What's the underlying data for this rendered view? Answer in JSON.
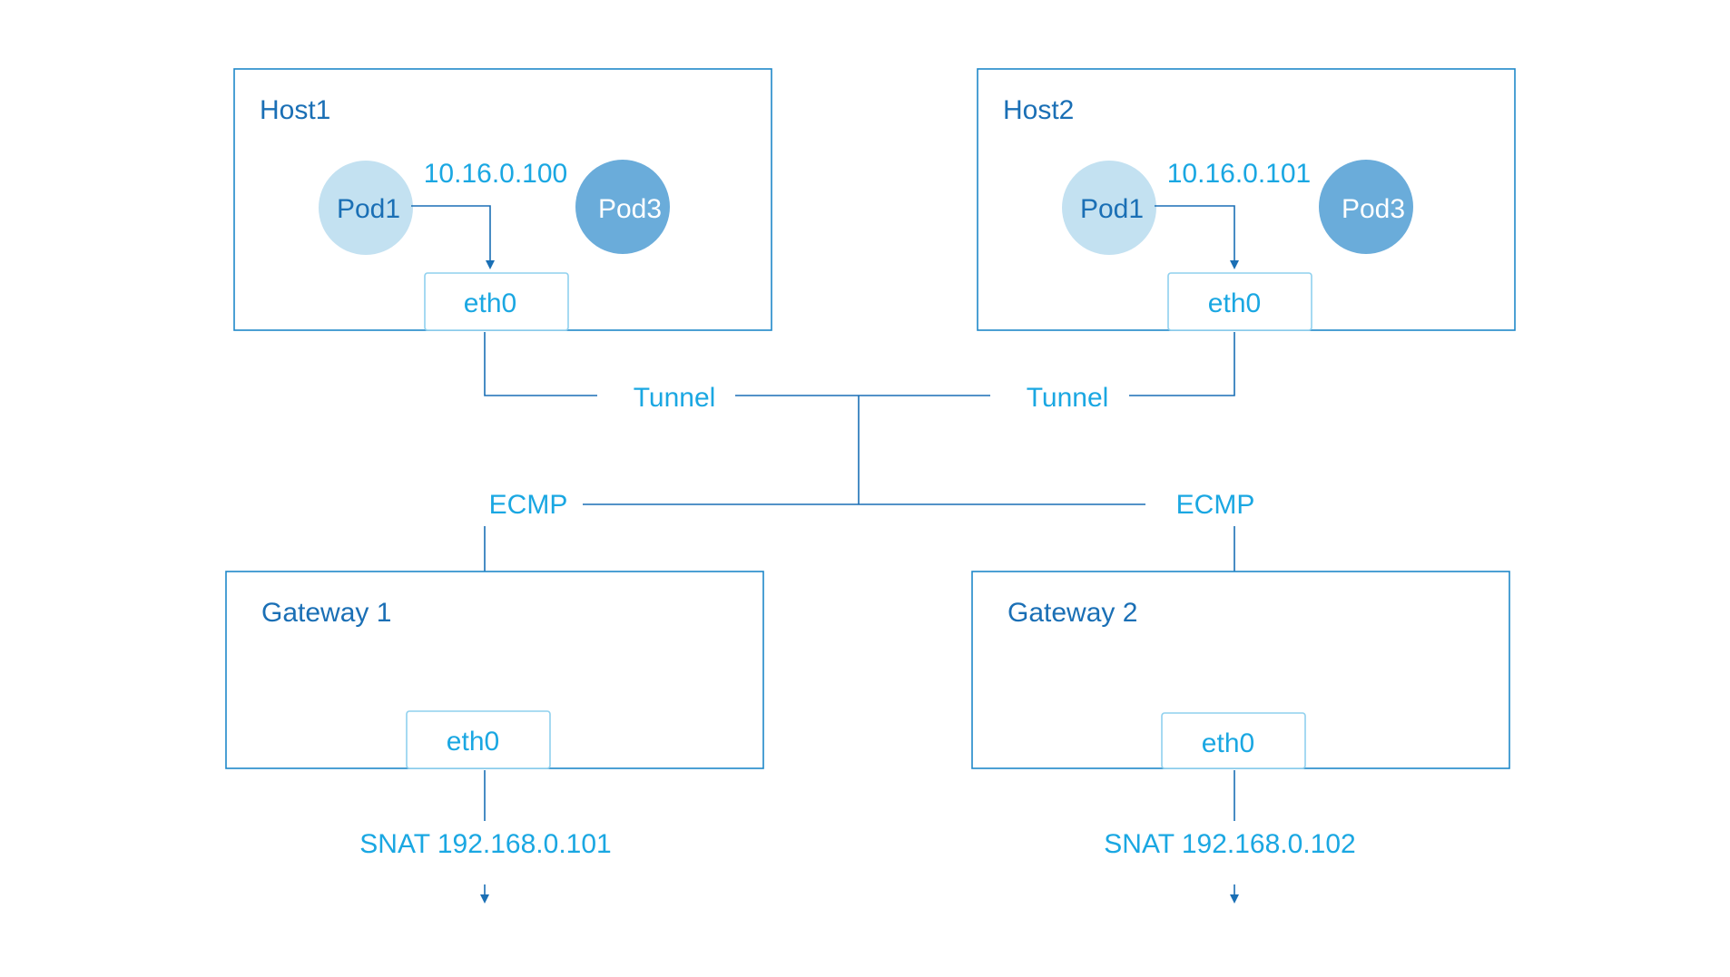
{
  "hosts": [
    {
      "title": "Host1",
      "ip": "10.16.0.100",
      "pod_a": "Pod1",
      "pod_b": "Pod3",
      "iface": "eth0"
    },
    {
      "title": "Host2",
      "ip": "10.16.0.101",
      "pod_a": "Pod1",
      "pod_b": "Pod3",
      "iface": "eth0"
    }
  ],
  "tunnels": [
    "Tunnel",
    "Tunnel"
  ],
  "ecmp": [
    "ECMP",
    "ECMP"
  ],
  "gateways": [
    {
      "title": "Gateway 1",
      "iface": "eth0",
      "snat": "SNAT 192.168.0.101"
    },
    {
      "title": "Gateway 2",
      "iface": "eth0",
      "snat": "SNAT 192.168.0.102"
    }
  ],
  "colors": {
    "box_border": "#1f88c9",
    "interface_border": "#8fd0ee",
    "line": "#1a6fb5",
    "dark_text": "#1a6fb5",
    "light_text": "#1aa7e2",
    "pod_light": "#c3e1f1",
    "pod_dark": "#6aacda"
  }
}
